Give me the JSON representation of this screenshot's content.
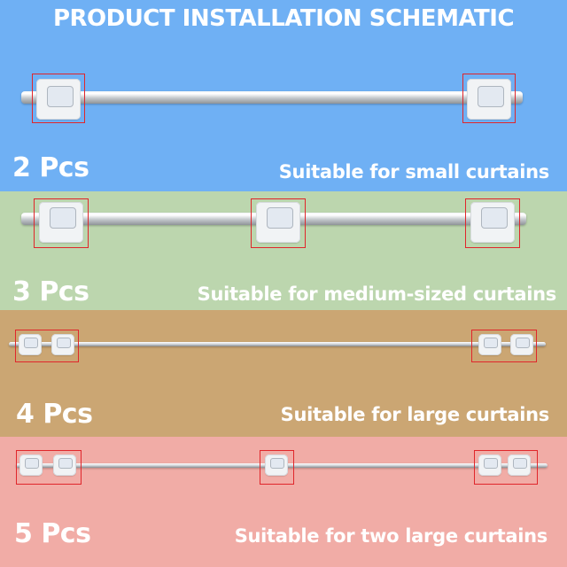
{
  "title": "PRODUCT INSTALLATION SCHEMATIC",
  "colors": {
    "panel_1": "#6fb0f4",
    "panel_2": "#bcd6ae",
    "panel_3": "#cba673",
    "panel_4": "#f1aca6",
    "highlight_box": "#e0262b",
    "text": "#ffffff"
  },
  "options": [
    {
      "count_label": "2 Pcs",
      "description": "Suitable for small curtains"
    },
    {
      "count_label": "3 Pcs",
      "description": "Suitable for medium-sized curtains"
    },
    {
      "count_label": "4 Pcs",
      "description": "Suitable for large curtains"
    },
    {
      "count_label": "5 Pcs",
      "description": "Suitable for two large curtains"
    }
  ]
}
